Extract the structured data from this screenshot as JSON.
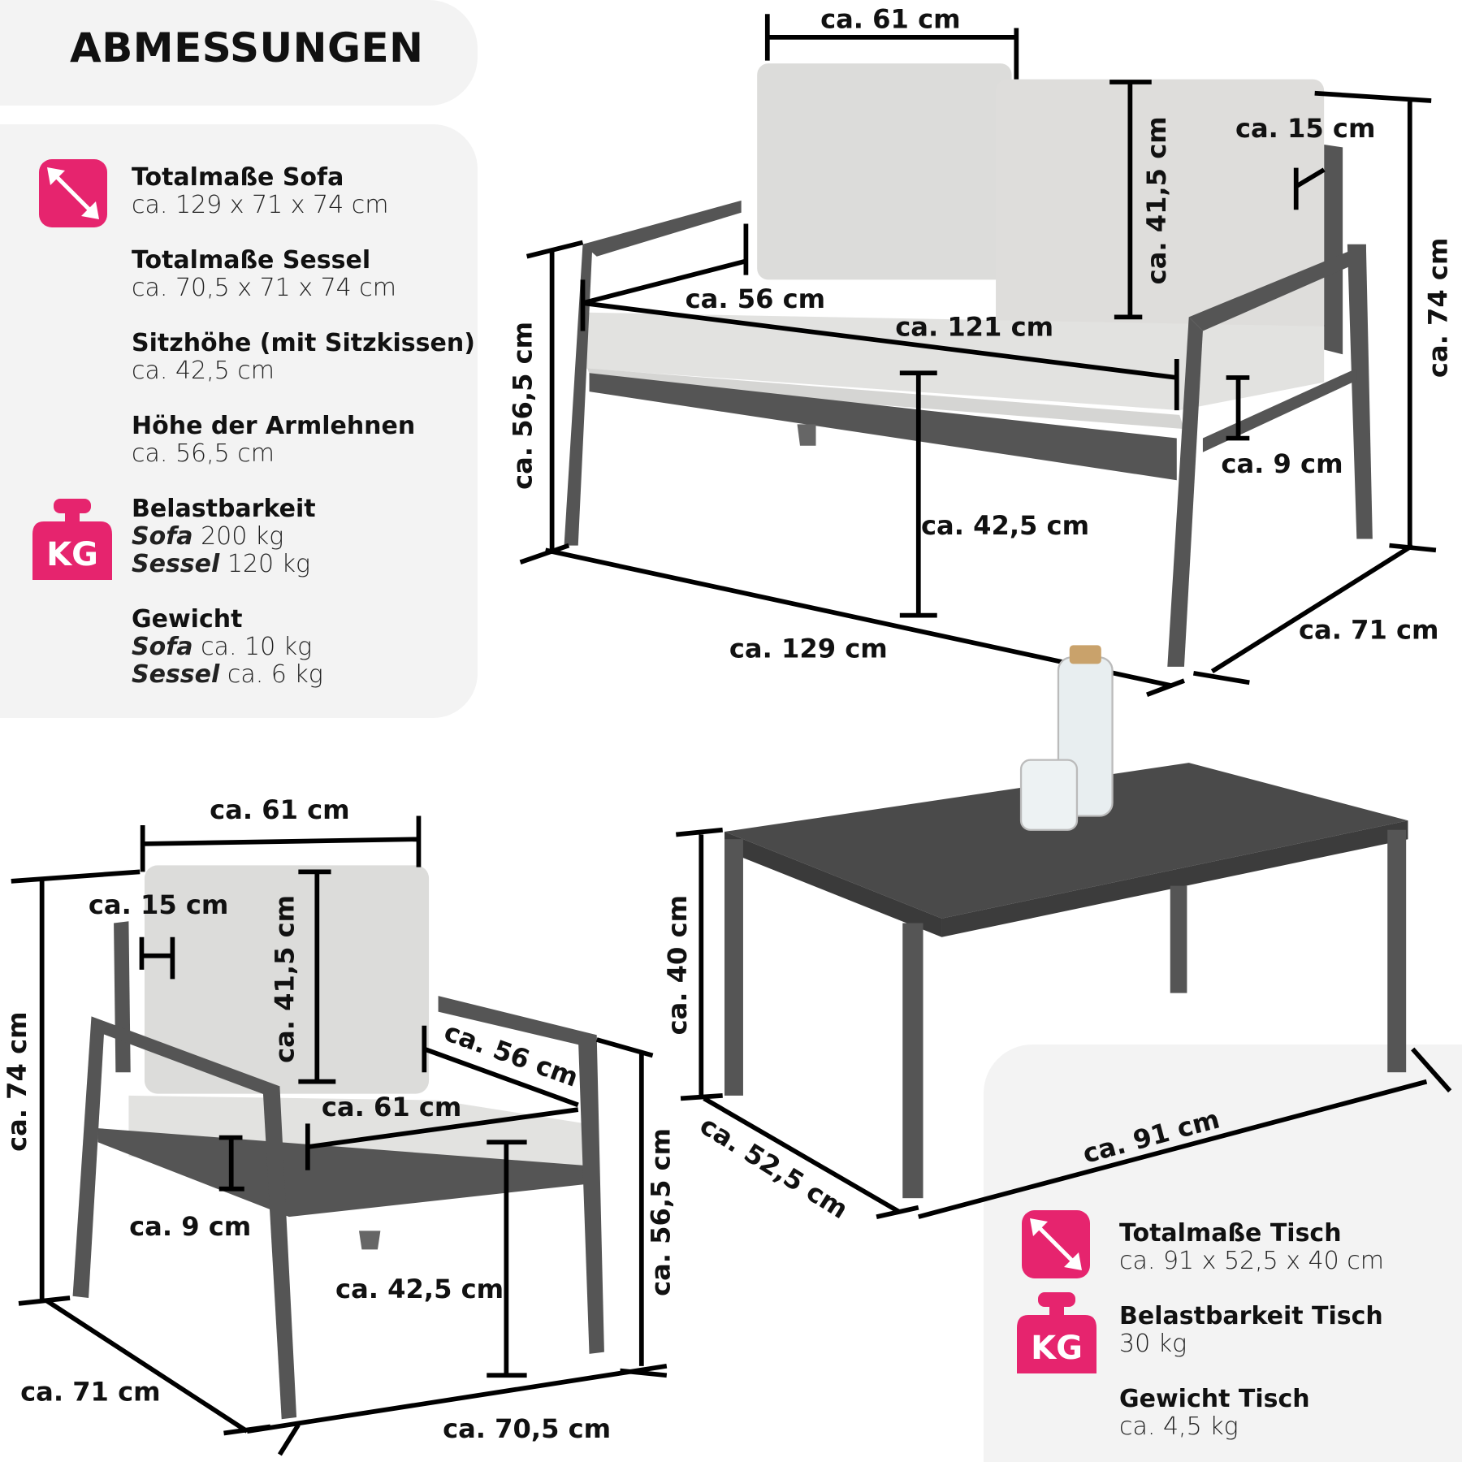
{
  "title": "ABMESSUNGEN",
  "accent_color": "#e6246e",
  "info": [
    {
      "label": "Totalmaße Sofa",
      "value": "ca. 129 x 71 x 74 cm",
      "icon": "resize-diagonal-icon"
    },
    {
      "label": "Totalmaße Sessel",
      "value": "ca. 70,5 x 71 x 74 cm"
    },
    {
      "label": "Sitzhöhe (mit Sitzkissen)",
      "value": "ca. 42,5 cm"
    },
    {
      "label": "Höhe der Armlehnen",
      "value": "ca. 56,5 cm"
    },
    {
      "label": "Belastbarkeit",
      "sofa_label": "Sofa",
      "sofa_value": "200 kg",
      "sessel_label": "Sessel",
      "sessel_value": "120 kg",
      "icon": "weight-kg-icon"
    },
    {
      "label": "Gewicht",
      "sofa_label": "Sofa",
      "sofa_value": "ca. 10 kg",
      "sessel_label": "Sessel",
      "sessel_value": "ca. 6  kg"
    }
  ],
  "kg_text": "KG",
  "table_info": [
    {
      "label": "Totalmaße Tisch",
      "value": "ca. 91 x 52,5 x 40 cm",
      "icon": "resize-diagonal-icon"
    },
    {
      "label": "Belastbarkeit Tisch",
      "value": "30 kg",
      "icon": "weight-kg-icon"
    },
    {
      "label": "Gewicht Tisch",
      "value": "ca. 4,5 kg"
    }
  ],
  "sofa_dims": {
    "back_width": "ca. 61 cm",
    "back_height": "ca. 41,5 cm",
    "back_depth": "ca. 15 cm",
    "height": "ca. 74 cm",
    "seat_depth": "ca. 56 cm",
    "seat_width": "ca. 121 cm",
    "arm_height": "ca. 56,5 cm",
    "cushion": "ca. 9 cm",
    "seat_height": "ca. 42,5 cm",
    "width": "ca. 129 cm",
    "depth": "ca. 71 cm"
  },
  "chair_dims": {
    "back_width": "ca. 61 cm",
    "height": "ca. 74 cm",
    "back_depth": "ca. 15 cm",
    "back_height": "ca. 41,5 cm",
    "seat_depth": "ca. 56 cm",
    "seat_width": "ca. 61 cm",
    "cushion": "ca. 9 cm",
    "seat_height": "ca. 42,5 cm",
    "arm_height": "ca. 56,5 cm",
    "depth": "ca. 71 cm",
    "width": "ca. 70,5 cm"
  },
  "table_dims": {
    "height": "ca. 40 cm",
    "depth": "ca. 52,5 cm",
    "width": "ca. 91 cm"
  }
}
